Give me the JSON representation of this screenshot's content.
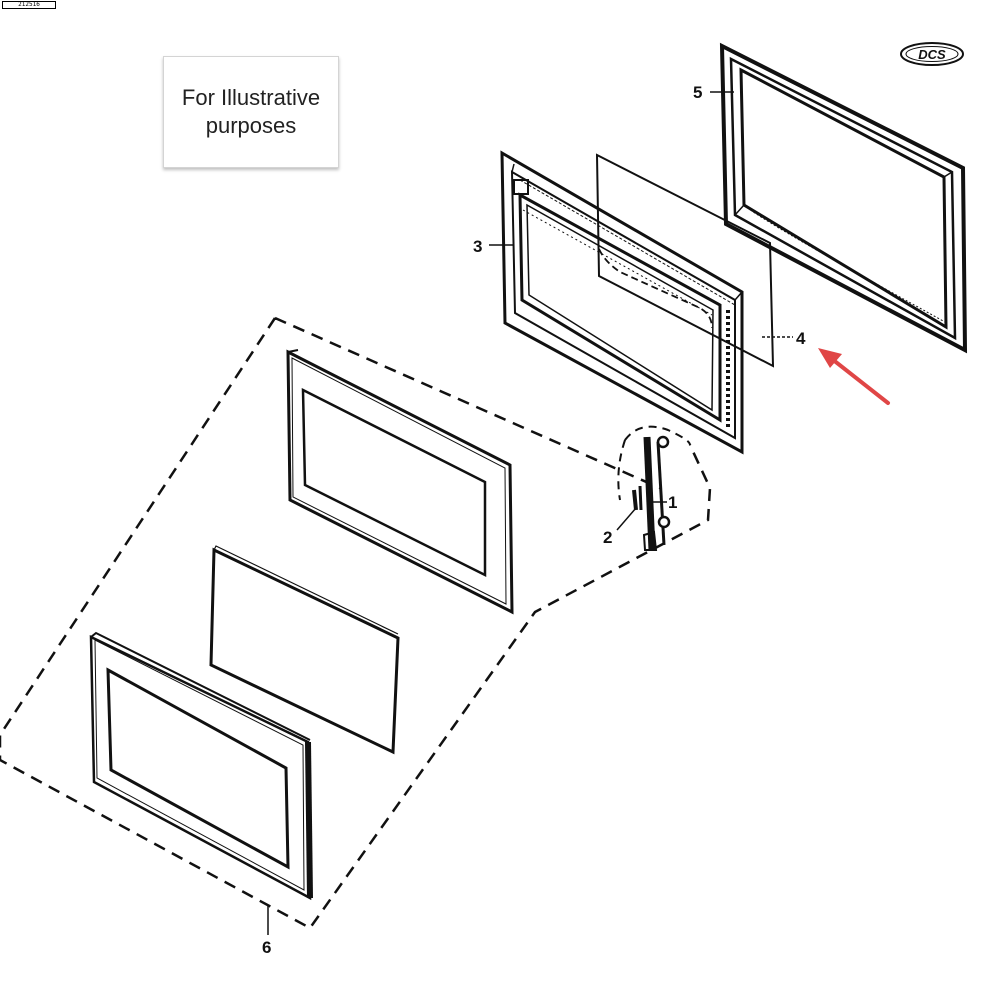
{
  "header": {
    "tag_text": "212516"
  },
  "notice": {
    "line1": "For Illustrative",
    "line2": "purposes"
  },
  "logo": {
    "text": "DCS"
  },
  "callouts": {
    "c1": "1",
    "c2": "2",
    "c3": "3",
    "c4": "4",
    "c5": "5",
    "c6": "6"
  },
  "colors": {
    "line": "#111111",
    "arrow": "#e04646",
    "notice_border": "#d4d4d4"
  },
  "highlighted_part": "4"
}
